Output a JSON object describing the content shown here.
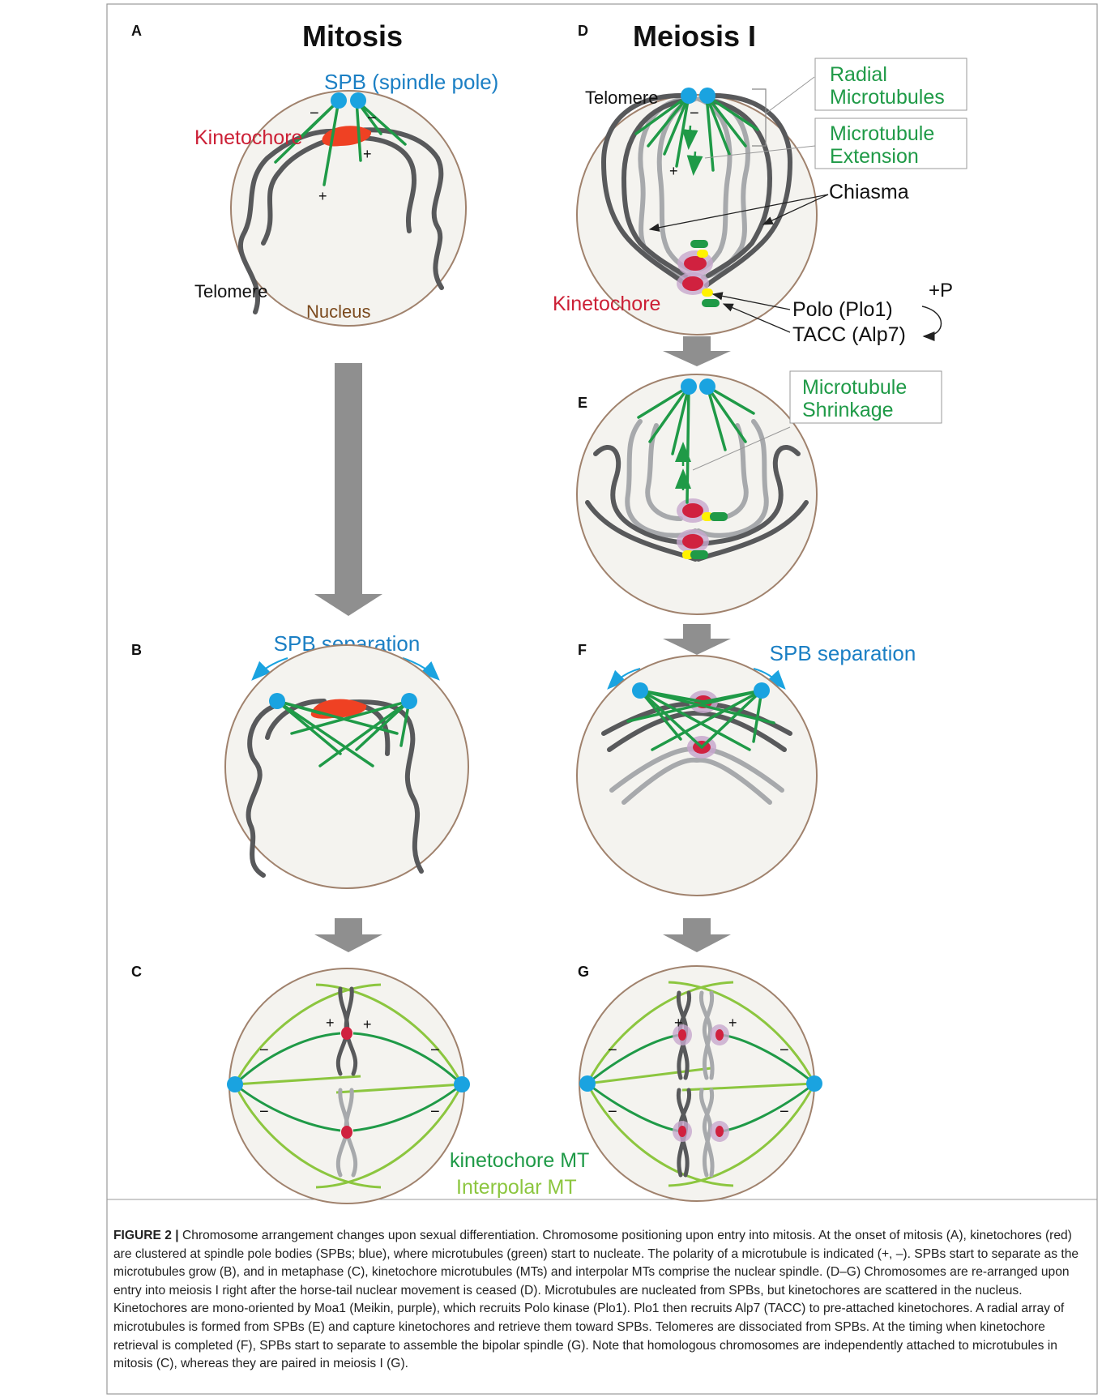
{
  "panels": {
    "A": {
      "letter": "A",
      "title": "Mitosis",
      "spb_label": "SPB (spindle pole)",
      "kinetochore_label": "Kinetochore",
      "telomere_label": "Telomere",
      "nucleus_label": "Nucleus"
    },
    "B": {
      "letter": "B",
      "spb_separation": "SPB separation"
    },
    "C": {
      "letter": "C",
      "kinetochore_mt": "kinetochore MT",
      "interpolar_mt": "Interpolar MT"
    },
    "D": {
      "letter": "D",
      "title": "Meiosis I",
      "telomere_label": "Telomere",
      "radial_mt_line1": "Radial",
      "radial_mt_line2": "Microtubules",
      "extension_line1": "Microtubule",
      "extension_line2": "Extension",
      "chiasma_label": "Chiasma",
      "kinetochore_label": "Kinetochore",
      "polo_label": "Polo (Plo1)",
      "tacc_label": "TACC (Alp7)",
      "phospho_label": "+P"
    },
    "E": {
      "letter": "E",
      "shrinkage_line1": "Microtubule",
      "shrinkage_line2": "Shrinkage"
    },
    "F": {
      "letter": "F",
      "spb_separation": "SPB separation"
    },
    "G": {
      "letter": "G"
    }
  },
  "symbols": {
    "plus": "+",
    "minus": "−"
  },
  "colors": {
    "spb": "#1aa3e0",
    "spb_label": "#1b7fc4",
    "microtubule": "#1f9a47",
    "interpolar_mt": "#8cc63f",
    "kinetochore_red": "#d0213f",
    "kinetochore_label": "#cc2036",
    "mitotic_kinetochore": "#ef4123",
    "chromosome_dark": "#58595b",
    "chromosome_light": "#a7a9ac",
    "nucleus_fill": "#f4f3ef",
    "nucleus_stroke": "#a0826d",
    "nucleus_label": "#7b4a1e",
    "moa1_purple": "#c7a7cd",
    "polo_yellow": "#fff200",
    "tacc_green": "#1f9a47",
    "arrow_gray": "#8f8f8f"
  },
  "caption": {
    "figure_label": "FIGURE 2 |",
    "text": "Chromosome arrangement changes upon sexual differentiation. Chromosome positioning upon entry into mitosis. At the onset of mitosis (A), kinetochores (red) are clustered at spindle pole bodies (SPBs; blue), where microtubules (green) start to nucleate. The polarity of a microtubule is indicated (+, –). SPBs start to separate as the microtubules grow (B), and in metaphase (C), kinetochore microtubules (MTs) and interpolar MTs comprise the nuclear spindle. (D–G) Chromosomes are re-arranged upon entry into meiosis I right after the horse-tail nuclear movement is ceased (D). Microtubules are nucleated from SPBs, but kinetochores are scattered in the nucleus. Kinetochores are mono-oriented by Moa1 (Meikin, purple), which recruits Polo kinase (Plo1). Plo1 then recruits Alp7 (TACC) to pre-attached kinetochores. A radial array of microtubules is formed from SPBs (E) and capture kinetochores and retrieve them toward SPBs. Telomeres are dissociated from SPBs. At the timing when kinetochore retrieval is completed (F), SPBs start to separate to assemble the bipolar spindle (G). Note that homologous chromosomes are independently attached to microtubules in mitosis (C), whereas they are paired in meiosis I (G)."
  }
}
